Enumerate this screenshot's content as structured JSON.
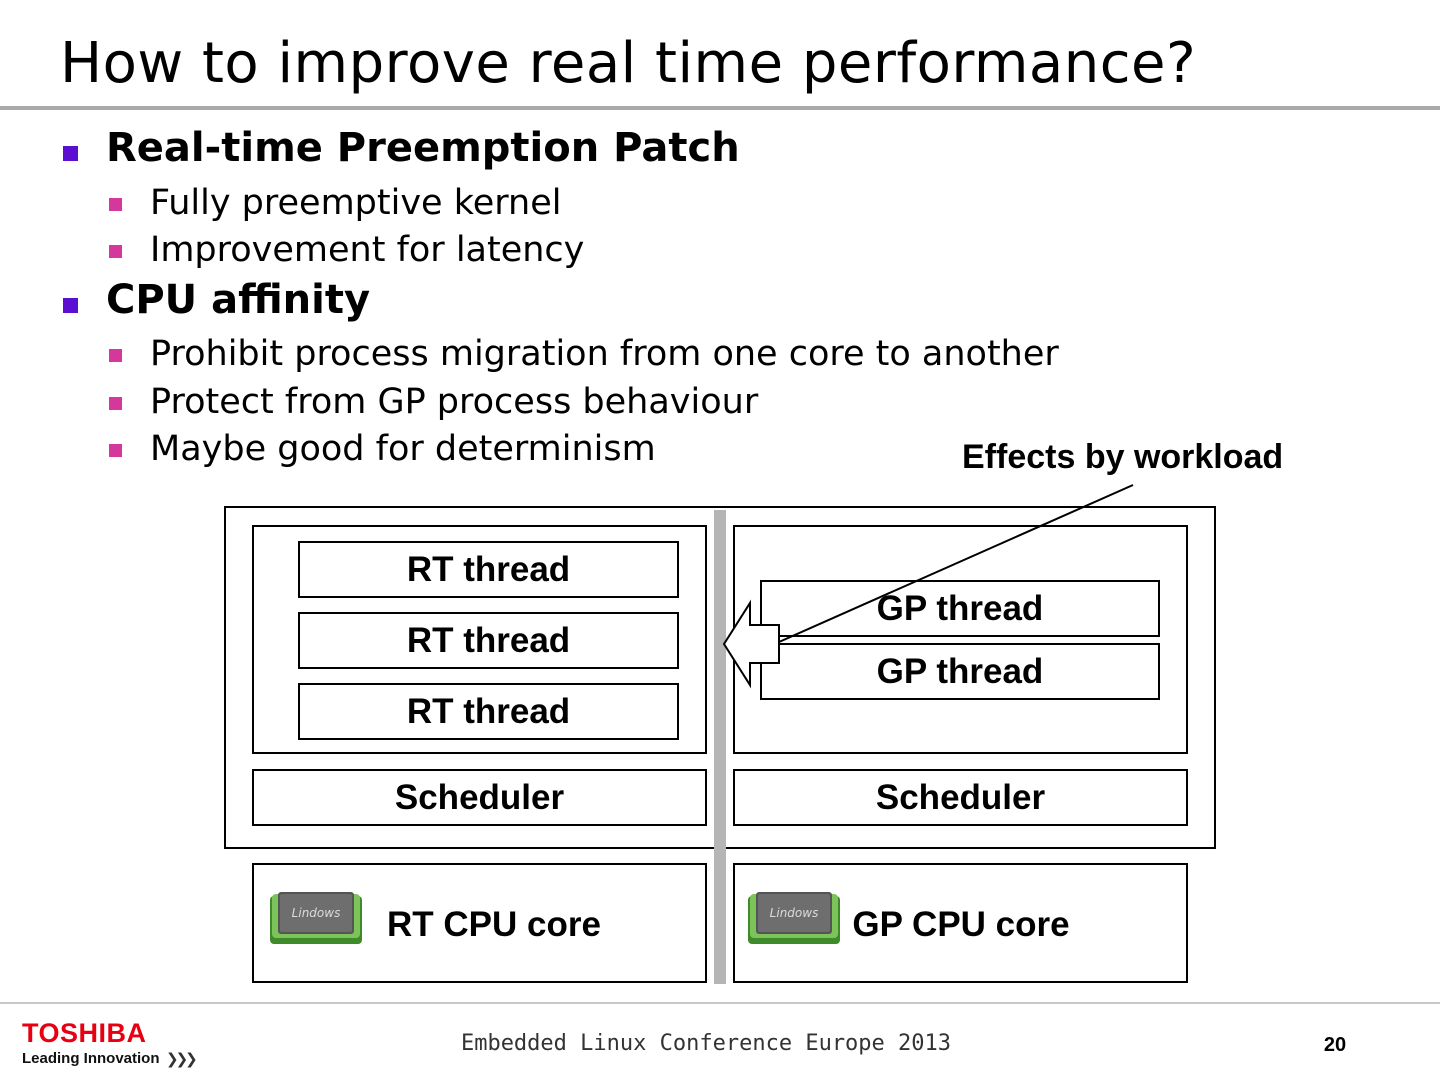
{
  "slide": {
    "title": "How to improve real time performance?",
    "bullets": [
      {
        "text": "Real-time Preemption Patch",
        "children": [
          "Fully preemptive kernel",
          "Improvement for latency"
        ]
      },
      {
        "text": "CPU affinity",
        "children": [
          "Prohibit process migration from one core to another",
          "Protect from GP process behaviour",
          "Maybe good for determinism"
        ]
      }
    ]
  },
  "diagram": {
    "effects_label": "Effects by workload",
    "rt_threads": [
      "RT thread",
      "RT thread",
      "RT thread"
    ],
    "gp_threads": [
      "GP thread",
      "GP thread"
    ],
    "rt_scheduler": "Scheduler",
    "gp_scheduler": "Scheduler",
    "rt_core": {
      "label": "RT CPU core",
      "chip_text": "Lindows"
    },
    "gp_core": {
      "label": "GP CPU core",
      "chip_text": "Lindows"
    }
  },
  "footer": {
    "brand": "TOSHIBA",
    "tagline": "Leading Innovation",
    "conference": "Embedded Linux Conference Europe 2013",
    "page_number": "20"
  },
  "colors": {
    "level1_marker": "#5b0fd0",
    "level2_marker": "#d4389c",
    "brand_red": "#e60012",
    "divider_gray": "#b5b5b5"
  }
}
